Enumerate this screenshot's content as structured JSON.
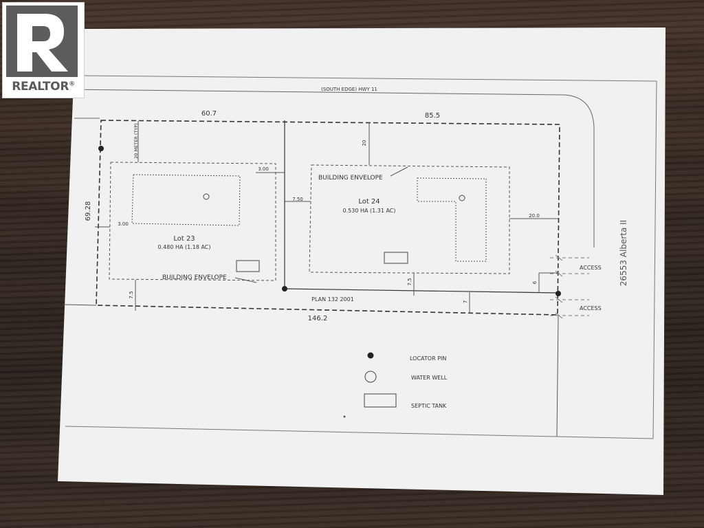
{
  "logo": {
    "text": "REALTOR",
    "mark": "®",
    "icon": "realtor-r-icon"
  },
  "plan": {
    "road_label": "(SOUTH EDGE) HWY 11",
    "dim_top_left": "60.7",
    "dim_top_right": "85.5",
    "dim_left": "69.28",
    "dim_bottom": "146.2",
    "setback_typ": "20 METER (TYP)",
    "setback_20": "20",
    "setback_300_top": "3.00",
    "setback_300_left": "3.00",
    "setback_750_mid": "7.50",
    "setback_75_lot23": "7.5",
    "setback_75_lot24": "7.5",
    "setback_7": "7",
    "setback_6": "6",
    "setback_200": "20.0",
    "building_envelope_lot24": "BUILDING ENVELOPE",
    "building_envelope_lot23": "BUILDING ENVELOPE",
    "lot23_name": "Lot 23",
    "lot23_area": "0.480 HA (1.18 AC)",
    "lot24_name": "Lot 24",
    "lot24_area": "0.530 HA (1.31 AC)",
    "plan_number": "PLAN 132 2001",
    "access_1": "ACCESS",
    "access_2": "ACCESS",
    "road_side": "26553 Alberta II"
  },
  "legend": {
    "locator_pin": "LOCATOR PIN",
    "water_well": "WATER WELL",
    "septic_tank": "SEPTIC TANK"
  },
  "colors": {
    "paper": "#f1f1f1",
    "ink": "#3a3a3a",
    "wood": "#3b2c22"
  }
}
